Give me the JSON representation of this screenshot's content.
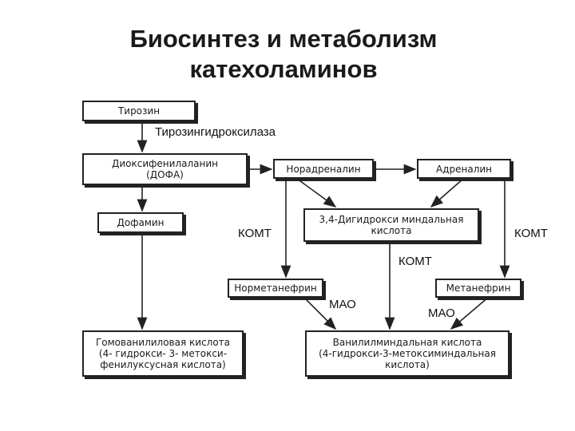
{
  "title": {
    "line1": "Биосинтез и метаболизм",
    "line2": "катехоламинов"
  },
  "nodes": {
    "tyrosine": "Тирозин",
    "dopa": "Диоксифенилаланин\n(ДОФА)",
    "dopamine": "Дофамин",
    "noradrenaline": "Норадреналин",
    "adrenaline": "Адреналин",
    "dihydroxymandelic": "3,4-Дигидрокси миндальная\nкислота",
    "normetanephrine": "Норметанефрин",
    "metanephrine": "Метанефрин",
    "homovanillic": "Гомованилиловая кислота\n(4- гидрокси- 3- метокси-\nфенилуксусная кислота)",
    "vanillylmandelic": "Ванилилминдальная кислота\n(4-гидрокси-3-метоксиминдальная\nкислота)"
  },
  "enzymes": {
    "tyrosine_hydroxylase": "Тирозингидроксилаза",
    "komt_left": "КОМТ",
    "komt_right": "КОМТ",
    "komt_center": "КОМТ",
    "mao_left": "МАО",
    "mao_right": "МАО"
  }
}
